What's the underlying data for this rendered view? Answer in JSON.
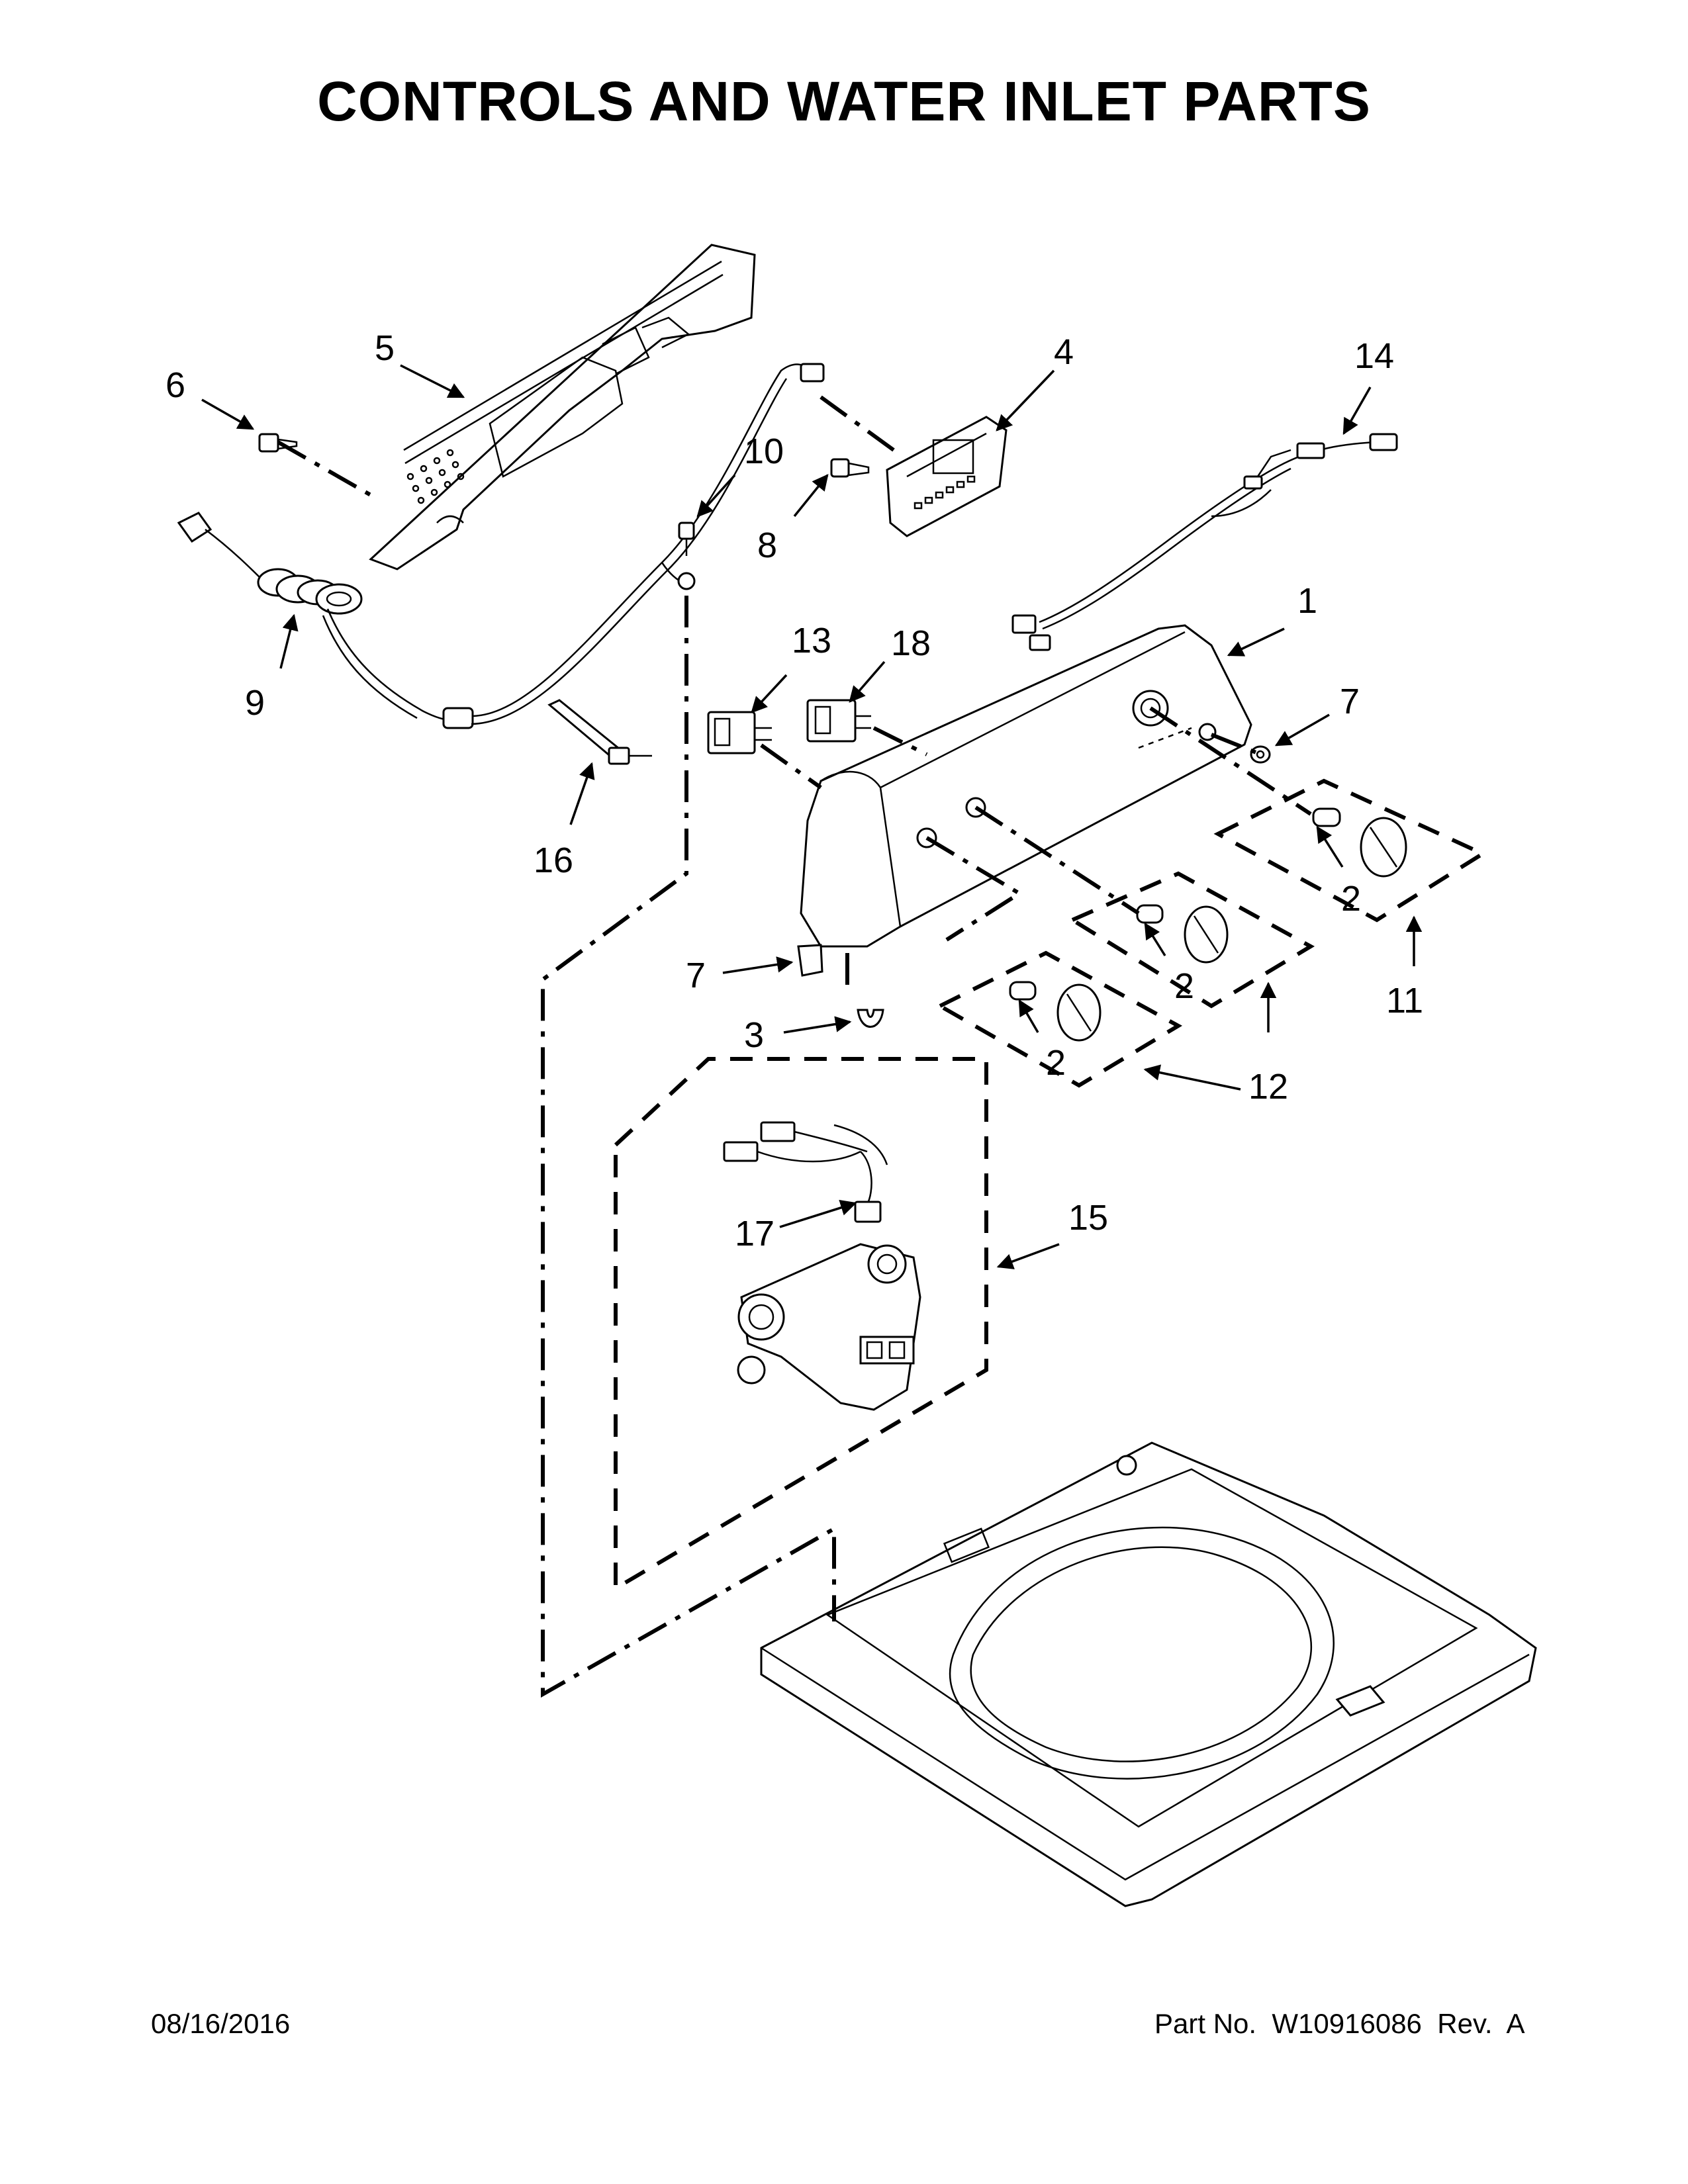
{
  "title": "CONTROLS AND WATER INLET PARTS",
  "callouts": {
    "c1": "1",
    "c2a": "2",
    "c2b": "2",
    "c2c": "2",
    "c3": "3",
    "c4": "4",
    "c5": "5",
    "c6": "6",
    "c7a": "7",
    "c7b": "7",
    "c8": "8",
    "c9": "9",
    "c10": "10",
    "c11": "11",
    "c12": "12",
    "c13": "13",
    "c14": "14",
    "c15": "15",
    "c16": "16",
    "c17": "17",
    "c18": "18"
  },
  "footer": {
    "date": "08/16/2016",
    "part_label": "Part No.",
    "part_number": "W10916086",
    "rev_label": "Rev.",
    "rev": "A"
  }
}
